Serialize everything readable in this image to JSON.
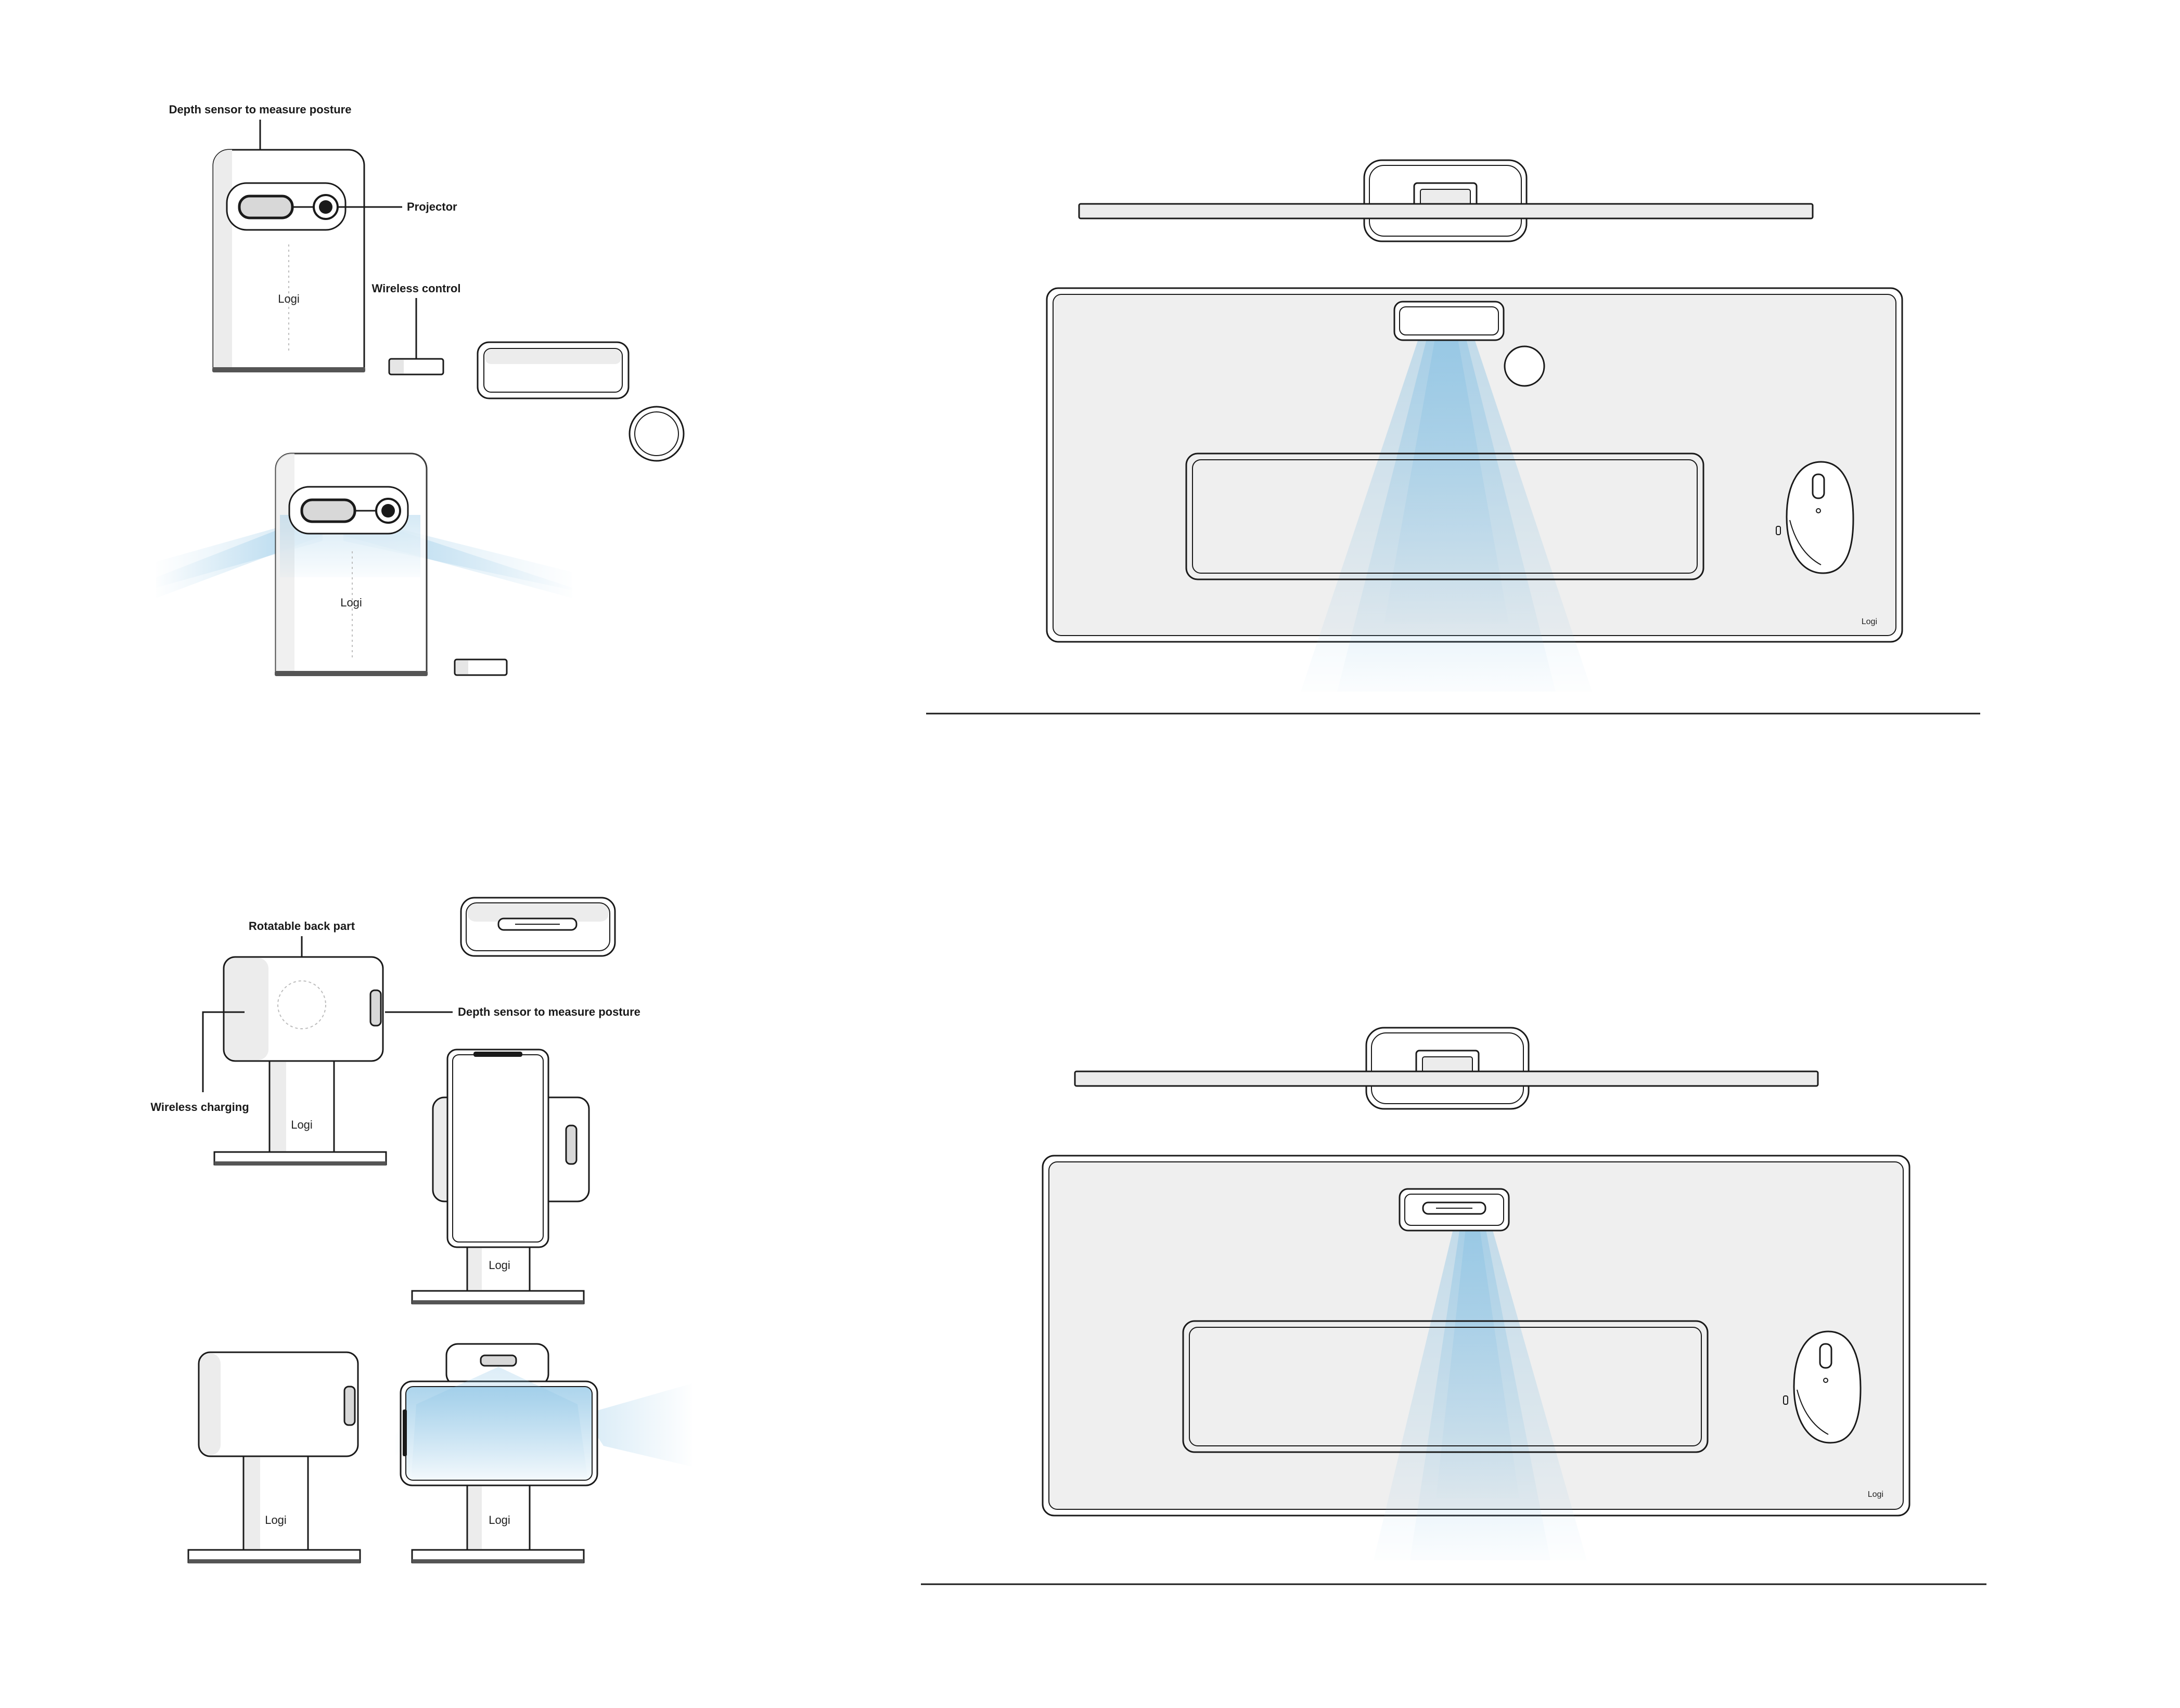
{
  "colors": {
    "outline": "#1a1a1a",
    "body_fill": "#ffffff",
    "shade": "#ececec",
    "mat_fill": "#efefef",
    "beam": "#8ec5e6",
    "lens_fill": "#d8d8d8"
  },
  "panel_a": {
    "depth_label": "Depth sensor to measure posture",
    "projector_label": "Projector",
    "wireless_control_label": "Wireless control",
    "brand_top": "Logi",
    "brand_bottom": "Logi"
  },
  "panel_b": {
    "rotatable_label": "Rotatable back part",
    "depth_label": "Depth sensor to measure posture",
    "charging_label": "Wireless charging",
    "brand_1": "Logi",
    "brand_2": "Logi",
    "brand_3": "Logi",
    "brand_4": "Logi"
  },
  "desk_top": {
    "brand": "Logi"
  },
  "desk_bottom": {
    "brand": "Logi"
  },
  "icons": [
    "projector-lens-icon",
    "mouse-icon",
    "wireless-control-icon"
  ]
}
